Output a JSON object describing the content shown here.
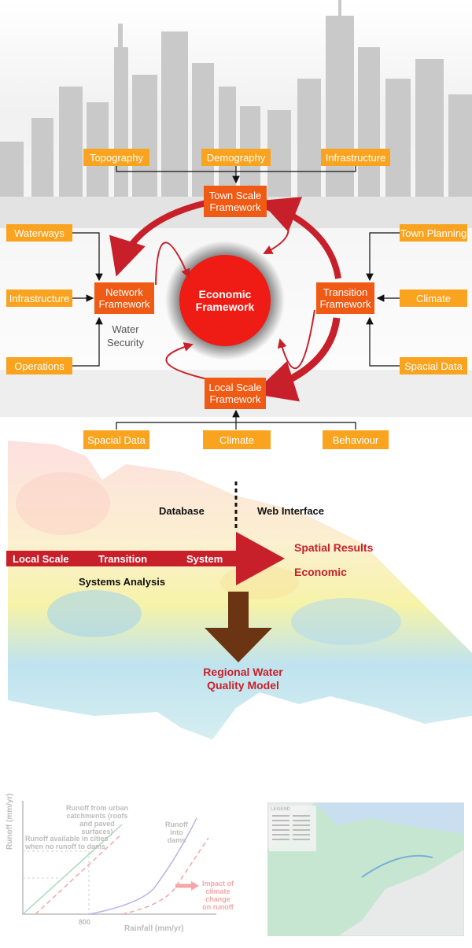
{
  "colors": {
    "box": "#f9a31f",
    "core_box": "#ef5a14",
    "arrow": "#c8202a",
    "down_arrow": "#6b3412",
    "red_text": "#c8202a"
  },
  "top_inputs": {
    "topography": "Topography",
    "demography": "Demography",
    "infrastructure": "Infrastructure"
  },
  "left_inputs": {
    "waterways": "Waterways",
    "infrastructure": "Infrastructure",
    "operations": "Operations"
  },
  "right_inputs": {
    "town_planning": "Town Planning",
    "climate": "Climate",
    "spacial_data": "Spacial Data"
  },
  "bottom_inputs": {
    "spacial_data": "Spacial Data",
    "climate": "Climate",
    "behaviour": "Behaviour"
  },
  "frameworks": {
    "town_line1": "Town Scale",
    "town_line2": "Framework",
    "network_line1": "Network",
    "network_line2": "Framework",
    "transition_line1": "Transition",
    "transition_line2": "Framework",
    "local_line1": "Local Scale",
    "local_line2": "Framework",
    "economic_line1": "Economic",
    "economic_line2": "Framework"
  },
  "water_security": {
    "line1": "Water",
    "line2": "Security"
  },
  "flow": {
    "database": "Database",
    "web_interface": "Web Interface",
    "local_scale": "Local Scale",
    "transition": "Transition",
    "system": "System",
    "systems_analysis": "Systems Analysis",
    "spatial_results": "Spatial Results",
    "economic": "Economic",
    "regional_line1": "Regional Water",
    "regional_line2": "Quality Model"
  },
  "chart": {
    "ylabel": "Runoff (mm/yr)",
    "xlabel": "Rainfall (mm/yr)",
    "tick_800": "800",
    "urban_line1": "Runoff from urban",
    "urban_line2": "catchments (roofs",
    "urban_line3": "and paved",
    "urban_line4": "surfaces)",
    "cities_line1": "Runoff available in cities",
    "cities_line2": "when no runoff to dams",
    "dams_line1": "Runoff",
    "dams_line2": "into",
    "dams_line3": "dams",
    "impact_line1": "Impact of",
    "impact_line2": "climate",
    "impact_line3": "change",
    "impact_line4": "on runoff"
  },
  "minimap": {
    "legend": "LEGEND"
  }
}
